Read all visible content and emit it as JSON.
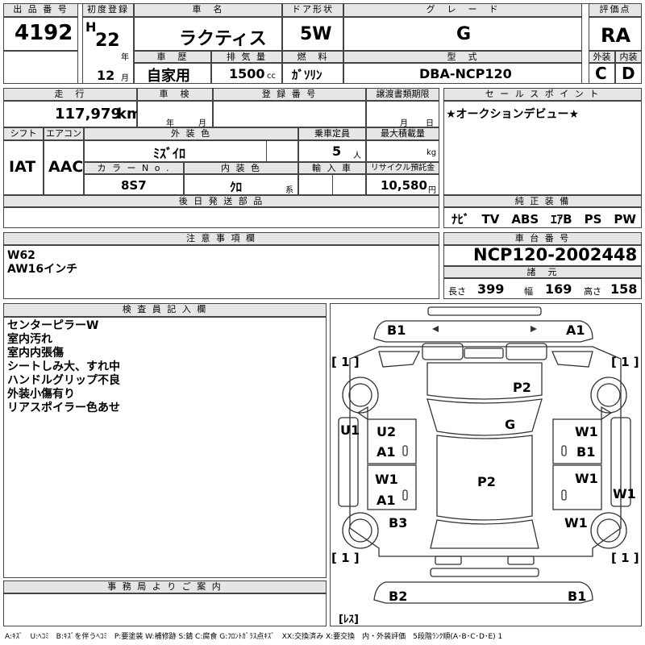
{
  "top": {
    "labels": {
      "lot": "出 品 番 号",
      "first_reg": "初度登録",
      "car_name": "車　名",
      "door": "ドア形状",
      "grade": "グ　レ　ー　ド",
      "score": "評価点",
      "history": "車　歴",
      "displacement": "排 気 量",
      "fuel": "燃　料",
      "model": "型　式",
      "ext": "外装",
      "int": "内装"
    },
    "lot_number": "4192",
    "era": "H",
    "year": "22",
    "year_unit": "年",
    "month": "12",
    "month_unit": "月",
    "car_name": "ラクティス",
    "door": "5W",
    "grade": "G",
    "score": "RA",
    "history": "自家用",
    "displacement": "1500",
    "displacement_unit": "cc",
    "fuel": "ｶﾞｿﾘﾝ",
    "model": "DBA-NCP120",
    "ext_grade": "C",
    "int_grade": "D"
  },
  "mid": {
    "labels": {
      "mileage": "走　行",
      "inspection": "車　検",
      "registration": "登 録 番 号",
      "transfer": "譲渡書類期限",
      "sales_point": "セ ー ル ス ポ イ ン ト",
      "shift": "シフト",
      "aircon": "エアコン",
      "ext_color": "外 装 色",
      "capacity": "乗車定員",
      "max_load": "最大積載量",
      "color_no": "カ ラ ー N o .",
      "int_color": "内 装 色",
      "import": "輸 入 車",
      "recycle": "リサイクル預託金",
      "later_parts": "後 日 発 送 部 品",
      "genuine": "純 正 装 備"
    },
    "mileage": "117,979",
    "mileage_unit": "km",
    "insp_year_unit": "年",
    "insp_month_unit": "月",
    "transfer_month_unit": "月",
    "transfer_day_unit": "日",
    "sales_point": "★オークションデビュー★",
    "shift": "IAT",
    "aircon": "AAC",
    "ext_color": "ﾐｽﾞｲﾛ",
    "capacity": "5",
    "capacity_unit": "人",
    "max_load_unit": "kg",
    "color_no": "8S7",
    "int_color": "ｸﾛ",
    "int_color_unit": "系",
    "recycle": "10,580",
    "recycle_unit": "円",
    "genuine_equipment": "ﾅﾋﾞ　TV　ABS　ｴｱB　PS　PW"
  },
  "caution": {
    "label": "注 意 事 項 欄",
    "lines": [
      "W62",
      "AW16インチ"
    ]
  },
  "chassis": {
    "label": "車 台 番 号",
    "number": "NCP120-2002448",
    "spec_label": "諸　元",
    "length_label": "長さ",
    "length": "399",
    "width_label": "幅",
    "width": "169",
    "height_label": "高さ",
    "height": "158"
  },
  "inspector": {
    "label": "検 査 員 記 入 欄",
    "notes": [
      "センターピラーW",
      "室内汚れ",
      "室内内張傷",
      "シートしみ大、すれ中",
      "ハンドルグリップ不良",
      "外装小傷有り",
      "リアスポイラー色あせ"
    ]
  },
  "office": {
    "label": "事 務 局 よ り ご 案 内"
  },
  "diagram": {
    "marks": {
      "b1_front": "B1",
      "a1_front": "A1",
      "p2_hood": "P2",
      "g": "G",
      "u1": "U1",
      "u2": "U2",
      "a1_ld": "A1",
      "w1_rd": "W1",
      "b1_rd": "B1",
      "p2_roof": "P2",
      "w1_lr": "W1",
      "a1_lr": "A1",
      "w1_rr": "W1",
      "w1_side": "W1",
      "b3": "B3",
      "w1_rq": "W1",
      "b2": "B2",
      "b1_rear": "B1"
    },
    "tire_tl": "[ 1 ]",
    "tire_tr": "[ 1 ]",
    "tire_bl": "[ 1 ]",
    "tire_br": "[ 1 ]",
    "spare": "[ﾚｽ]"
  },
  "legend": "A:ｷｽﾞ　U:ﾍｺﾐ　B:ｷｽﾞを伴うﾍｺﾐ　P:要塗装 W:補修跡 S:錆 C:腐食 G:ﾌﾛﾝﾄｶﾞﾗｽ点ｷｽﾞ　XX:交換済み X:要交換　内・外装評価　5段階ﾗﾝｸ順(A･B･C･D･E) 1"
}
